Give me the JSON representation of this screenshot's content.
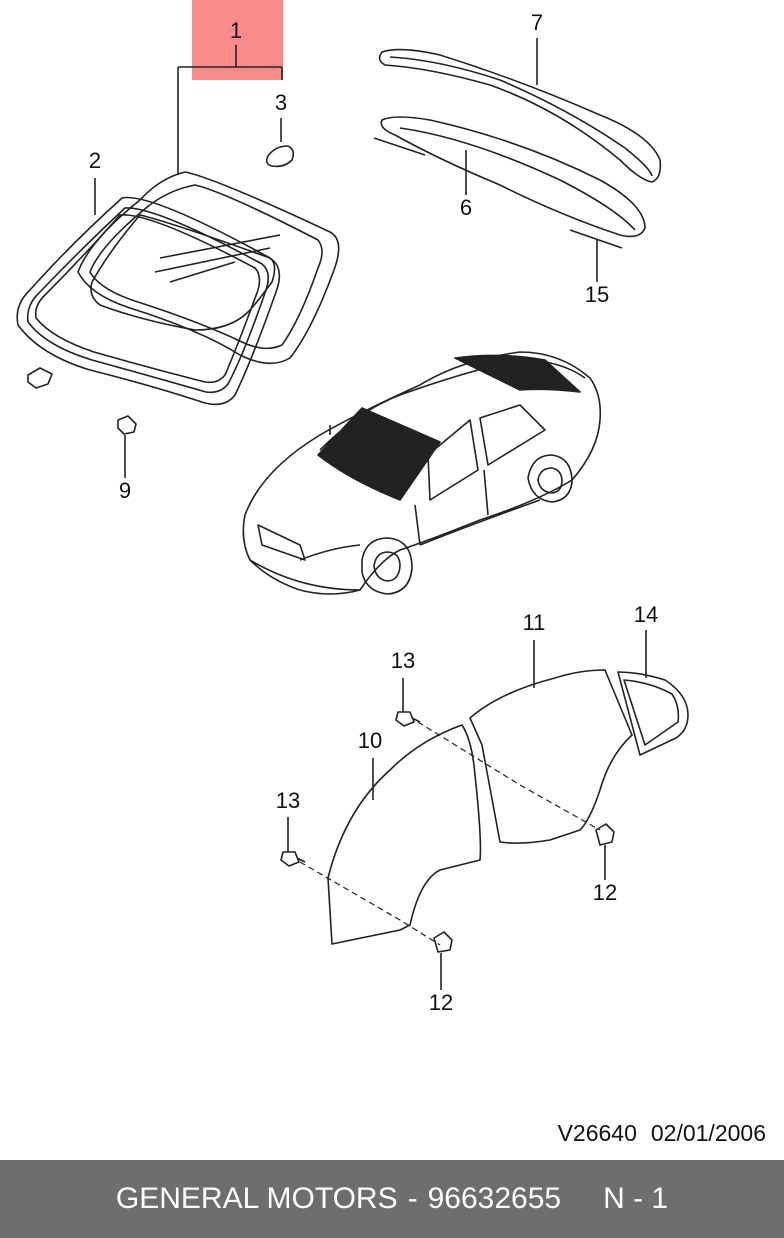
{
  "callouts": {
    "c1": "1",
    "c2": "2",
    "c3": "3",
    "c6": "6",
    "c7": "7",
    "c9": "9",
    "c10": "10",
    "c11": "11",
    "c12a": "12",
    "c12b": "12",
    "c13a": "13",
    "c13b": "13",
    "c14": "14",
    "c15": "15"
  },
  "colors": {
    "highlight": "#f98b8b",
    "footer_bg": "#6e6e6e",
    "line": "#222222"
  },
  "meta": {
    "diagram_code": "V26640",
    "date": "02/01/2006"
  },
  "footer": {
    "brand": "GENERAL MOTORS",
    "separator": "-",
    "part_number": "96632655",
    "page_code": "N - 1"
  }
}
